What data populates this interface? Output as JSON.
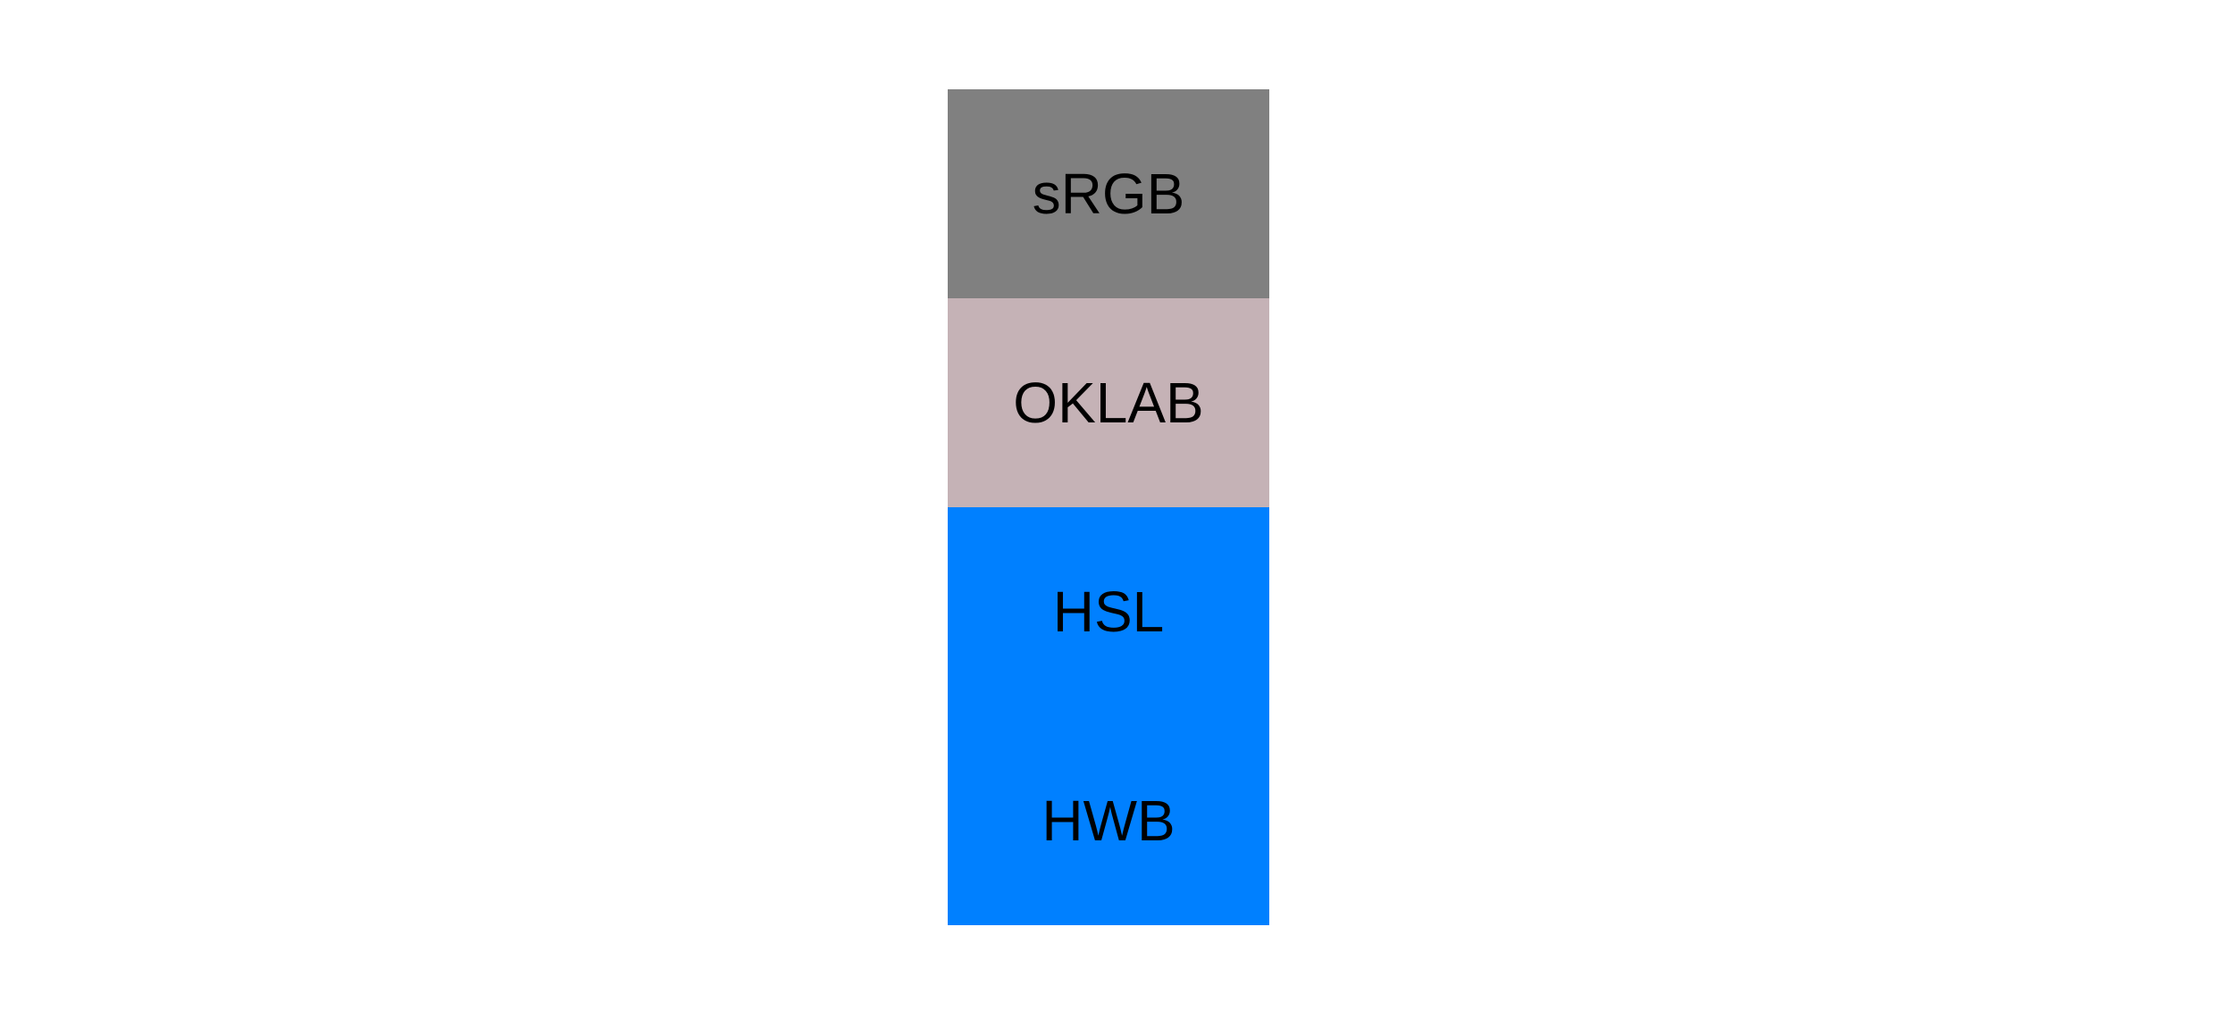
{
  "colors": {
    "page_background": "#ffffff",
    "label_text": "#000000"
  },
  "swatches": {
    "items": [
      {
        "label": "sRGB",
        "color": "#808080"
      },
      {
        "label": "OKLAB",
        "color": "#c5b2b6"
      },
      {
        "label": "HSL",
        "color": "#0080ff"
      },
      {
        "label": "HWB",
        "color": "#0080ff"
      }
    ]
  }
}
